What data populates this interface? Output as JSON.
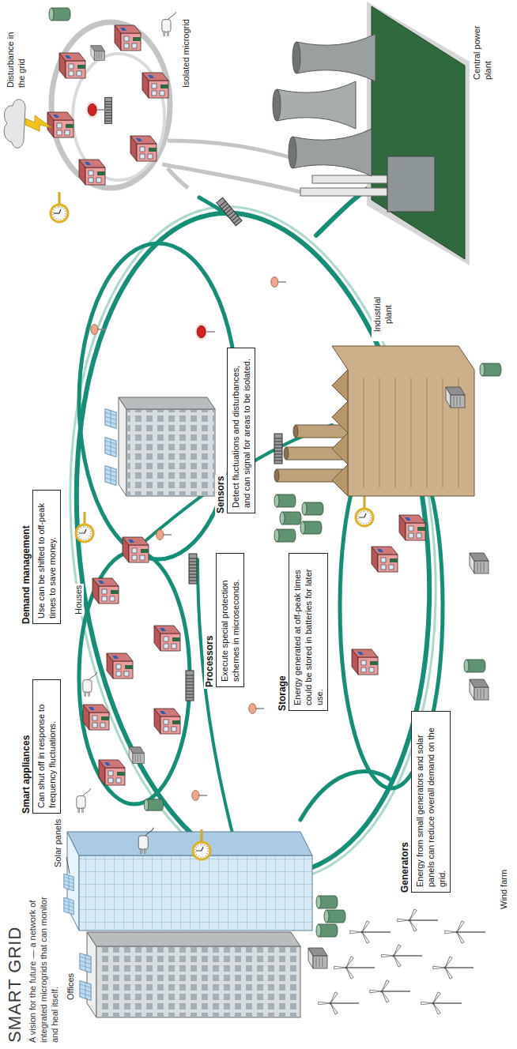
{
  "diagram": {
    "title": "SMART GRID",
    "caption": "A vision for the future — a network of integrated microgrids that can monitor and heal itself.",
    "nodes": [
      {
        "text": [
          "Smart appliances",
          "Can shut off in response to frequency fluctuations."
        ]
      },
      {
        "text": [
          "Demand management",
          "Use can be shifted to off-peak times to save money."
        ]
      },
      {
        "text": [
          "Processors",
          "Execute special protection schemes in microseconds."
        ]
      },
      {
        "text": [
          "Storage",
          "Energy generated at off-peak times could be stored in batteries for later use."
        ]
      },
      {
        "text": [
          "Sensors",
          "Detect fluctuations and disturbances, and can signal for areas to be isolated."
        ]
      },
      {
        "text": [
          "Generators",
          "Energy from small generators and solar panels can reduce overall demand on the grid."
        ]
      }
    ],
    "labels": [
      "Offices",
      "Solar panels",
      "Houses",
      "Wind farm",
      "Industrial plant",
      "Central power plant",
      "Isolated microgrid",
      "Disturbance in the grid"
    ]
  }
}
